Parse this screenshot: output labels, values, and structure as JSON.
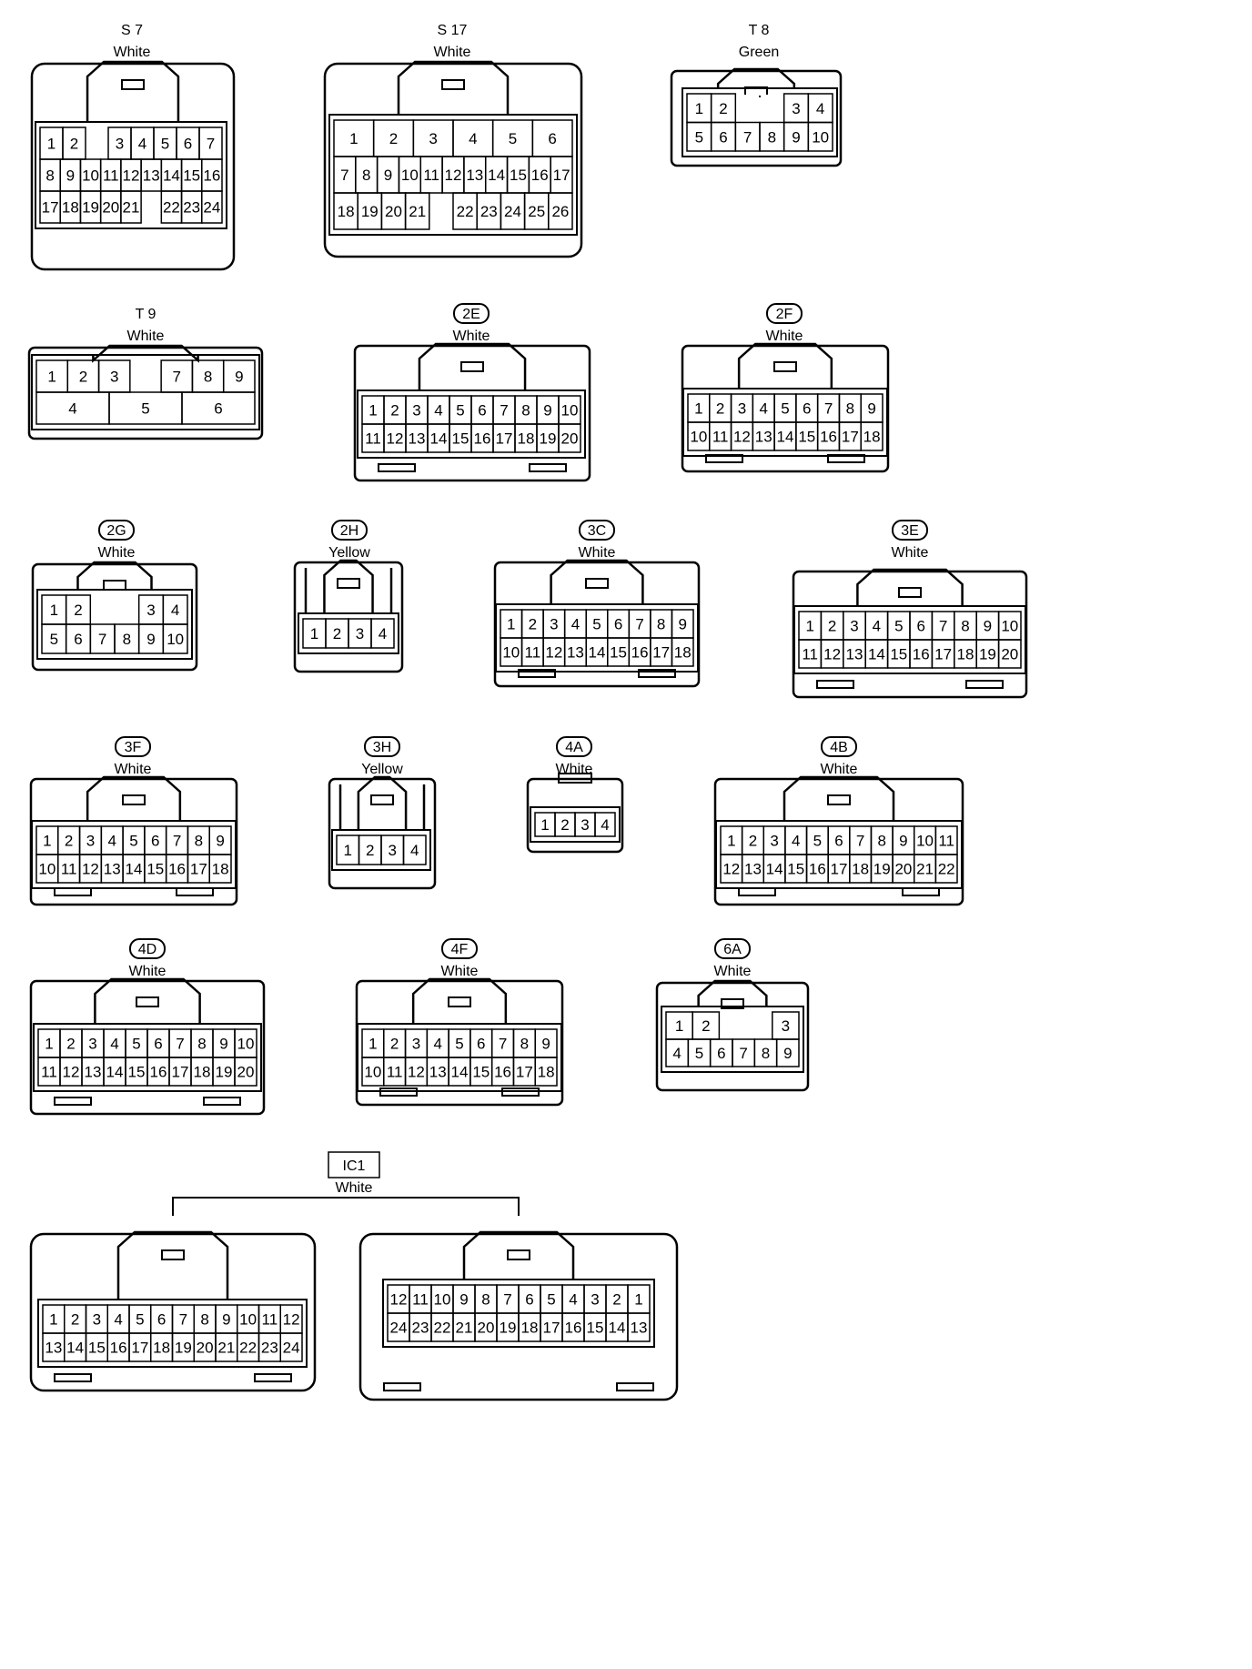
{
  "connectors": [
    {
      "code": "S 7",
      "boxed": false,
      "color": "White",
      "shape": "latch-side",
      "rows": [
        [
          1,
          2,
          "",
          3,
          4,
          5,
          6,
          7
        ],
        [
          8,
          9,
          10,
          11,
          12,
          13,
          14,
          15,
          16
        ],
        [
          17,
          18,
          19,
          20,
          21,
          "",
          22,
          23,
          24
        ]
      ]
    },
    {
      "code": "S 17",
      "boxed": false,
      "color": "White",
      "shape": "latch-side",
      "rows": [
        [
          1,
          2,
          3,
          4,
          5,
          6
        ],
        [
          7,
          8,
          9,
          10,
          11,
          12,
          13,
          14,
          15,
          16,
          17
        ],
        [
          18,
          19,
          20,
          21,
          "",
          22,
          23,
          24,
          25,
          26
        ]
      ]
    },
    {
      "code": "T 8",
      "boxed": false,
      "color": "Green",
      "shape": "small",
      "rows": [
        [
          1,
          2,
          "",
          "",
          3,
          4
        ],
        [
          5,
          6,
          7,
          8,
          9,
          10
        ]
      ]
    },
    {
      "code": "T 9",
      "boxed": false,
      "color": "White",
      "shape": "flat",
      "rows": [
        [
          1,
          2,
          3,
          "",
          7,
          8,
          9
        ],
        [
          4,
          5,
          6
        ]
      ]
    },
    {
      "code": "2E",
      "boxed": false,
      "color": "White",
      "shape": "standard",
      "rows": [
        [
          1,
          2,
          3,
          4,
          5,
          6,
          7,
          8,
          9,
          10
        ],
        [
          11,
          12,
          13,
          14,
          15,
          16,
          17,
          18,
          19,
          20
        ]
      ]
    },
    {
      "code": "2F",
      "boxed": false,
      "color": "White",
      "shape": "standard",
      "rows": [
        [
          1,
          2,
          3,
          4,
          5,
          6,
          7,
          8,
          9
        ],
        [
          10,
          11,
          12,
          13,
          14,
          15,
          16,
          17,
          18
        ]
      ]
    },
    {
      "code": "2G",
      "boxed": false,
      "color": "White",
      "shape": "small",
      "rows": [
        [
          1,
          2,
          "",
          "",
          3,
          4
        ],
        [
          5,
          6,
          7,
          8,
          9,
          10
        ]
      ]
    },
    {
      "code": "2H",
      "boxed": false,
      "color": "Yellow",
      "shape": "tall",
      "rows": [
        [
          1,
          2,
          3,
          4
        ]
      ]
    },
    {
      "code": "3C",
      "boxed": false,
      "color": "White",
      "shape": "standard",
      "rows": [
        [
          1,
          2,
          3,
          4,
          5,
          6,
          7,
          8,
          9
        ],
        [
          10,
          11,
          12,
          13,
          14,
          15,
          16,
          17,
          18
        ]
      ]
    },
    {
      "code": "3E",
      "boxed": false,
      "color": "White",
      "shape": "standard",
      "rows": [
        [
          1,
          2,
          3,
          4,
          5,
          6,
          7,
          8,
          9,
          10
        ],
        [
          11,
          12,
          13,
          14,
          15,
          16,
          17,
          18,
          19,
          20
        ]
      ]
    },
    {
      "code": "3F",
      "boxed": false,
      "color": "White",
      "shape": "standard",
      "rows": [
        [
          1,
          2,
          3,
          4,
          5,
          6,
          7,
          8,
          9
        ],
        [
          10,
          11,
          12,
          13,
          14,
          15,
          16,
          17,
          18
        ]
      ]
    },
    {
      "code": "3H",
      "boxed": false,
      "color": "Yellow",
      "shape": "tall",
      "rows": [
        [
          1,
          2,
          3,
          4
        ]
      ]
    },
    {
      "code": "4A",
      "boxed": false,
      "color": "White",
      "shape": "mini",
      "rows": [
        [
          1,
          2,
          3,
          4
        ]
      ]
    },
    {
      "code": "4B",
      "boxed": false,
      "color": "White",
      "shape": "standard",
      "rows": [
        [
          1,
          2,
          3,
          4,
          5,
          6,
          7,
          8,
          9,
          10,
          11
        ],
        [
          12,
          13,
          14,
          15,
          16,
          17,
          18,
          19,
          20,
          21,
          22
        ]
      ]
    },
    {
      "code": "4D",
      "boxed": false,
      "color": "White",
      "shape": "standard",
      "rows": [
        [
          1,
          2,
          3,
          4,
          5,
          6,
          7,
          8,
          9,
          10
        ],
        [
          11,
          12,
          13,
          14,
          15,
          16,
          17,
          18,
          19,
          20
        ]
      ]
    },
    {
      "code": "4F",
      "boxed": false,
      "color": "White",
      "shape": "standard",
      "rows": [
        [
          1,
          2,
          3,
          4,
          5,
          6,
          7,
          8,
          9
        ],
        [
          10,
          11,
          12,
          13,
          14,
          15,
          16,
          17,
          18
        ]
      ]
    },
    {
      "code": "6A",
      "boxed": false,
      "color": "White",
      "shape": "small",
      "rows": [
        [
          1,
          2,
          "",
          "",
          3
        ],
        [
          4,
          5,
          6,
          7,
          8,
          9
        ]
      ]
    },
    {
      "code": "IC1",
      "boxed": true,
      "color": "White",
      "shape": "pair",
      "rows": [
        [
          1,
          2,
          3,
          4,
          5,
          6,
          7,
          8,
          9,
          10,
          11,
          12
        ],
        [
          13,
          14,
          15,
          16,
          17,
          18,
          19,
          20,
          21,
          22,
          23,
          24
        ]
      ],
      "rows_b": [
        [
          12,
          11,
          10,
          9,
          8,
          7,
          6,
          5,
          4,
          3,
          2,
          1
        ],
        [
          24,
          23,
          22,
          21,
          20,
          19,
          18,
          17,
          16,
          15,
          14,
          13
        ]
      ]
    }
  ]
}
